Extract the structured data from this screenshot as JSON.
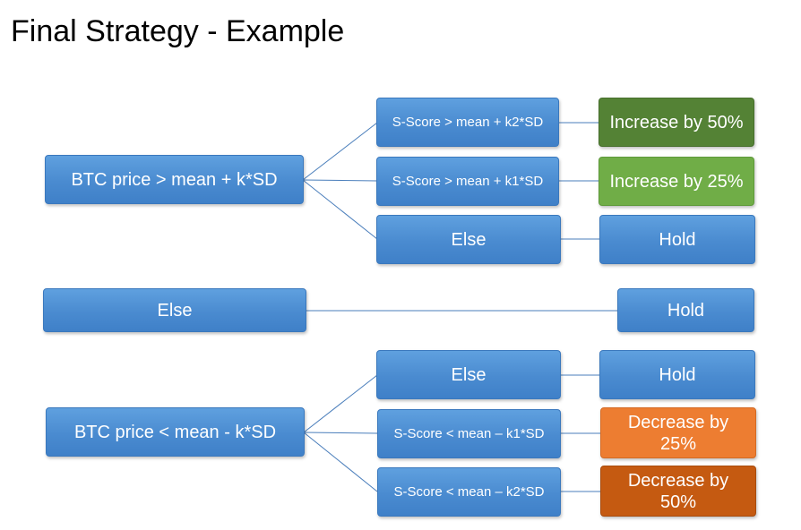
{
  "title": "Final Strategy - Example",
  "colors": {
    "box_blue": "#4a8bd0",
    "connector": "#4a7ebb",
    "increase_50": "#548235",
    "increase_25": "#70ad47",
    "decrease_25": "#ed7d31",
    "decrease_50": "#c55a11"
  },
  "upper": {
    "condition": "BTC price > mean + k*SD",
    "branches": [
      {
        "condition": "S-Score > mean + k2*SD",
        "action": "Increase by 50%"
      },
      {
        "condition": "S-Score > mean + k1*SD",
        "action": "Increase by 25%"
      },
      {
        "condition": "Else",
        "action": "Hold"
      }
    ]
  },
  "middle": {
    "condition": "Else",
    "action": "Hold"
  },
  "lower": {
    "condition": "BTC price < mean - k*SD",
    "branches": [
      {
        "condition": "Else",
        "action": "Hold"
      },
      {
        "condition": "S-Score < mean – k1*SD",
        "action": "Decrease by 25%"
      },
      {
        "condition": "S-Score < mean – k2*SD",
        "action": "Decrease by 50%"
      }
    ]
  }
}
